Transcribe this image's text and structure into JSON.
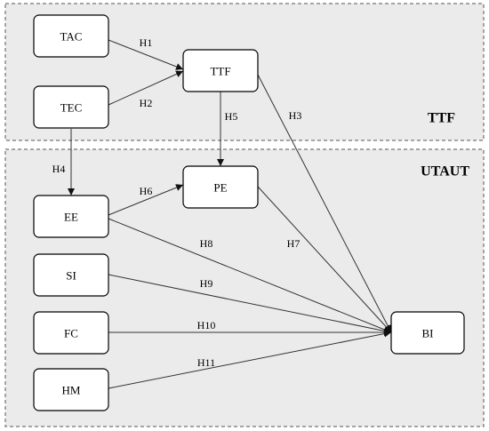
{
  "regions": {
    "ttf": {
      "title": "TTF"
    },
    "utaut": {
      "title": "UTAUT"
    }
  },
  "nodes": {
    "tac": "TAC",
    "tec": "TEC",
    "ttf": "TTF",
    "pe": "PE",
    "ee": "EE",
    "si": "SI",
    "fc": "FC",
    "hm": "HM",
    "bi": "BI"
  },
  "edges": {
    "h1": "H1",
    "h2": "H2",
    "h3": "H3",
    "h4": "H4",
    "h5": "H5",
    "h6": "H6",
    "h7": "H7",
    "h8": "H8",
    "h9": "H9",
    "h10": "H10",
    "h11": "H11"
  },
  "colors": {
    "region_fill": "#ebebeb",
    "region_border": "#555555",
    "box_fill": "#ffffff",
    "line": "#333333"
  }
}
